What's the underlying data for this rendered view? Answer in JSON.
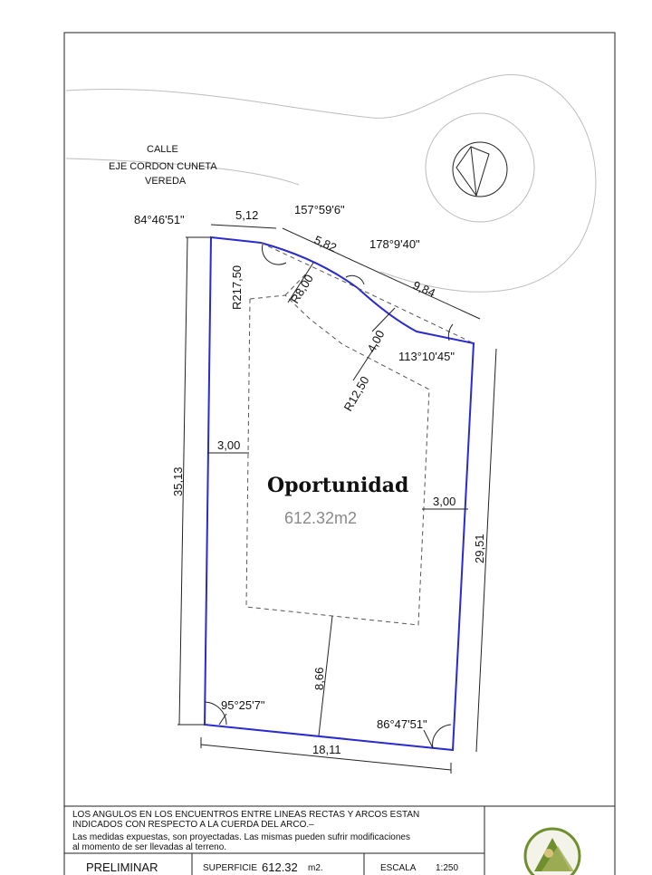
{
  "street": {
    "label": "CALLE",
    "axis": "EJE CORDON CUNETA",
    "sidewalk": "VEREDA"
  },
  "angles": {
    "top_left": "84°46'51\"",
    "top_arc_start": "157°59'6\"",
    "top_arc_mid": "178°9'40\"",
    "right_top": "113°10'45\"",
    "bottom_left": "95°25'7\"",
    "bottom_right": "86°47'51\""
  },
  "dimensions": {
    "top_segment_1": "5,12",
    "top_segment_2": "5,82",
    "top_segment_3": "9,84",
    "radius_big": "R217,50",
    "radius_8": "R8,00",
    "radius_12": "R12,50",
    "front_setback": "4,00",
    "left_side": "35,13",
    "right_side": "29,51",
    "left_setback": "3,00",
    "right_setback": "3,00",
    "rear_setback": "8,66",
    "bottom": "18,11"
  },
  "lot": {
    "title": "Oportunidad",
    "area": "612.32m2"
  },
  "notes": {
    "line1": "LOS ANGULOS EN LOS ENCUENTROS ENTRE LINEAS RECTAS Y ARCOS ESTAN",
    "line2": "INDICADOS CON RESPECTO A LA CUERDA DEL ARCO.–",
    "line3": "Las medidas expuestas, son proyectadas. Las mismas pueden sufrir modificaciones",
    "line4": "al momento de ser llevadas al terreno."
  },
  "footer": {
    "status": "PRELIMINAR",
    "surface_label": "SUPERFICIE",
    "surface_value": "612.32",
    "surface_unit": "m2.",
    "scale_label": "ESCALA",
    "scale_value": "1:250"
  },
  "colors": {
    "lot_outline": "#2a2ad0",
    "logo_green": "#6f8f2e"
  }
}
